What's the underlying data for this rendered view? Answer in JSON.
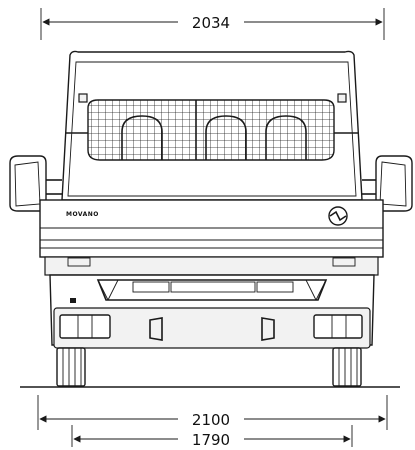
{
  "dimensions": {
    "overall_width": "2034",
    "track_width": "2100",
    "inner_width": "1790"
  },
  "vehicle": {
    "badge": "MOVANO",
    "logo_icon": "opel-logo-icon"
  }
}
